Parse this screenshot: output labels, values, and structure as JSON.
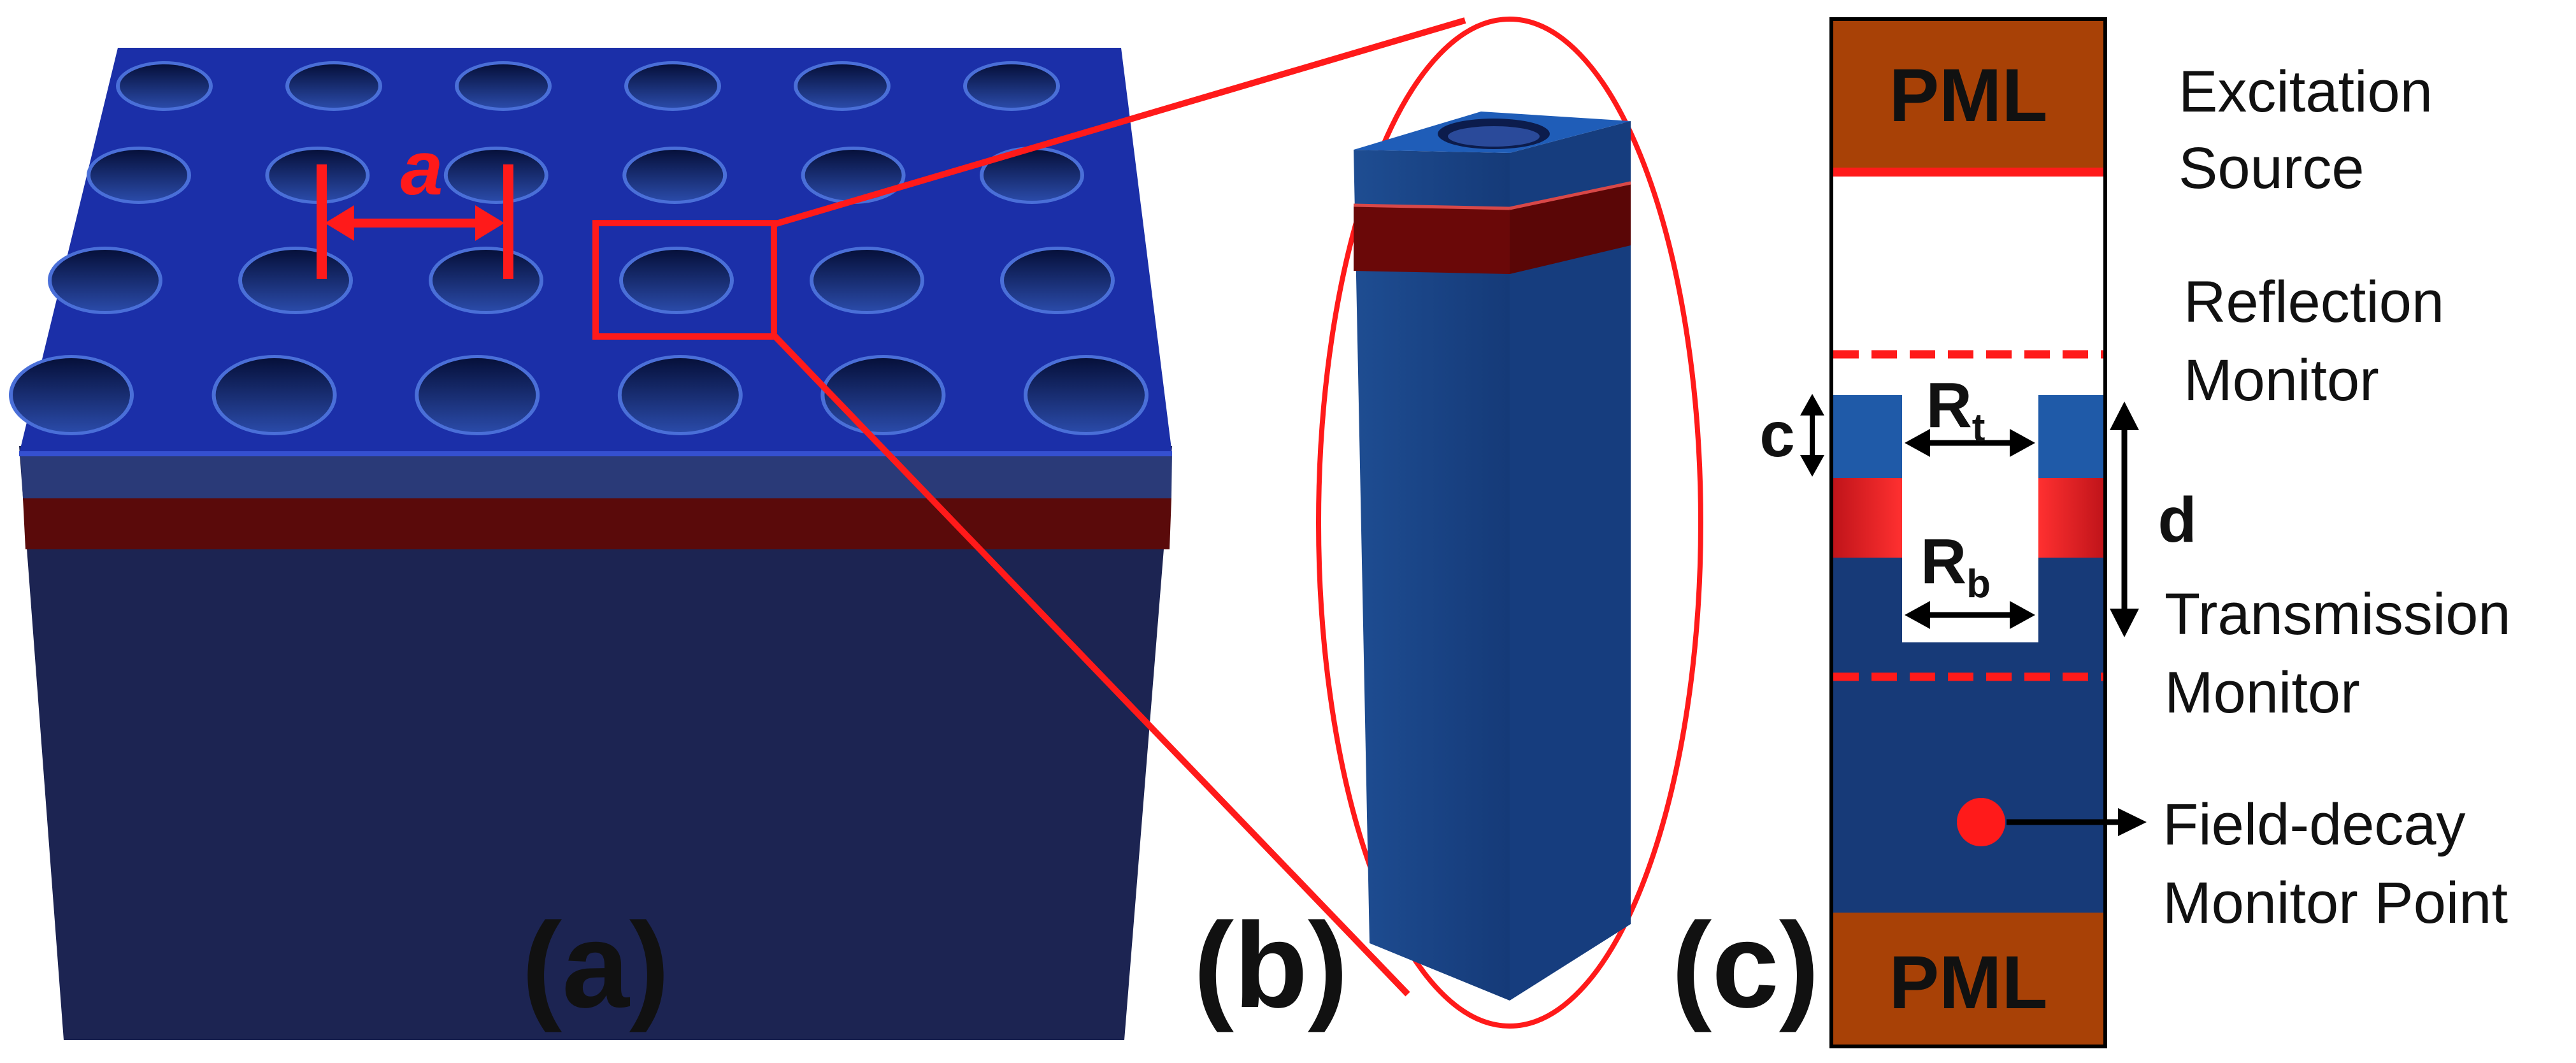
{
  "panels": {
    "a": {
      "label": "(a)",
      "period_label": "a"
    },
    "b": {
      "label": "(b)"
    },
    "c": {
      "label": "(c)",
      "pml_top": "PML",
      "pml_bottom": "PML",
      "c_label": "c",
      "d_label": "d",
      "rt_main": "R",
      "rt_sub": "t",
      "rb_main": "R",
      "rb_sub": "b",
      "excitation_line1": "Excitation",
      "excitation_line2": "Source",
      "reflection_line1": "Reflection",
      "reflection_line2": "Monitor",
      "transmission_line1": "Transmission",
      "transmission_line2": "Monitor",
      "field_line1": "Field-decay",
      "field_line2": "Monitor Point"
    }
  },
  "colors": {
    "slab_top": "#1b2fa8",
    "slab_side": "#1c2452",
    "hole": "#0e1a50",
    "hole_rim": "#4a6fd8",
    "absorber_layer": "#5a0a0a",
    "pml": "#a84106",
    "annotation_red": "#ff1a1a",
    "cell_blue": "#1e4f95",
    "arrow_black": "#000000"
  }
}
